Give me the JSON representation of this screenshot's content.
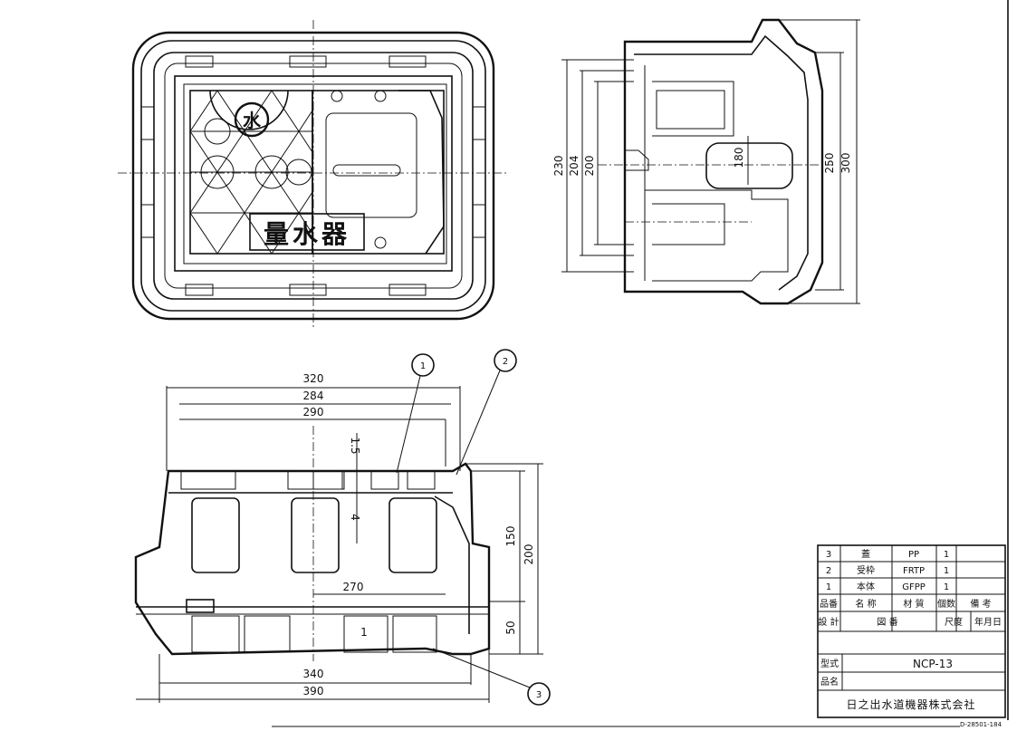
{
  "top_view": {
    "label_text": "量水器",
    "emblem_glyph": "水"
  },
  "side_view": {
    "dims_left": [
      "230",
      "204",
      "200"
    ],
    "dim_inner": "180",
    "dims_right": [
      "250",
      "300"
    ]
  },
  "front_view": {
    "dims_top": [
      "320",
      "284",
      "290"
    ],
    "dim_rib_a": "1.5",
    "dim_rib_b": "4",
    "dim_inner": "270",
    "dims_bottom": [
      "340",
      "390"
    ],
    "dims_right": [
      "150",
      "200",
      "50"
    ],
    "balloons": [
      "1",
      "2",
      "3"
    ],
    "mark_1": "1"
  },
  "title_block": {
    "parts": [
      {
        "no": "3",
        "name": "蓋",
        "material": "PP",
        "qty": "1"
      },
      {
        "no": "2",
        "name": "受枠",
        "material": "FRTP",
        "qty": "1"
      },
      {
        "no": "1",
        "name": "本体",
        "material": "GFPP",
        "qty": "1"
      }
    ],
    "header": {
      "no": "品番",
      "name": "名 称",
      "material": "材 質",
      "qty": "個数",
      "remark": "備 考"
    },
    "row_design": {
      "design": "設 計",
      "drawing": "図 番",
      "scale": "尺度",
      "date": "年月日"
    },
    "model_label": "型式",
    "model_value": "NCP-13",
    "name_label": "品名",
    "company": "日之出水道機器株式会社",
    "drawing_no": "D-28501-184"
  }
}
